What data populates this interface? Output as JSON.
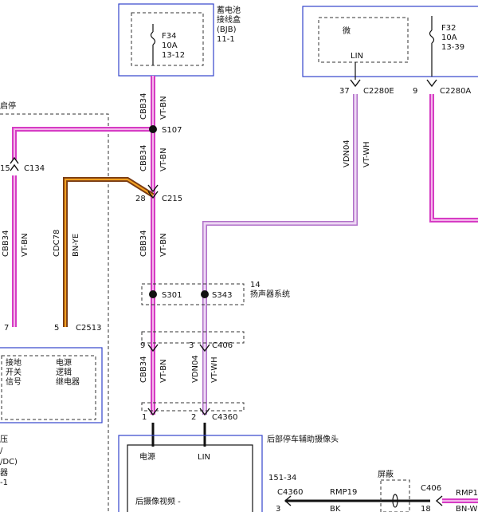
{
  "bjb": {
    "title_line1": "蓄电池",
    "title_line2": "接线盒",
    "title_line3": "(BJB)",
    "title_line4": "11-1",
    "fuse_id": "F34",
    "fuse_rating": "10A",
    "fuse_ref": "13-12"
  },
  "module_top_right": {
    "inner_label": "微",
    "lin_label": "LIN",
    "fuse_id": "F32",
    "fuse_rating": "10A",
    "fuse_ref": "13-39",
    "pin_lin": "37",
    "conn_lin": "C2280E",
    "pin_fuse": "9",
    "conn_fuse": "C2280A"
  },
  "left_module": {
    "title_fragment": "启停",
    "pin_top": "15",
    "conn_top": "C134",
    "pin_a": "7",
    "pin_b": "5",
    "conn_bottom": "C2513",
    "label_ground_1": "接地",
    "label_ground_2": "开关",
    "label_ground_3": "信号",
    "label_relay_1": "电源",
    "label_relay_2": "逻辑",
    "label_relay_3": "继电器",
    "frag_1": "压",
    "frag_2": "/",
    "frag_3": "/DC)",
    "frag_4": "器",
    "frag_5": "-1"
  },
  "wires": {
    "w_cbb34": "CBB34",
    "w_vtbn": "VT-BN",
    "w_cdc78": "CDC78",
    "w_bnye": "BN-YE",
    "w_vdn04": "VDN04",
    "w_vtwh": "VT-WH",
    "w_rmp19": "RMP19",
    "w_bk": "BK",
    "w_rmp1_fragment": "RMP1",
    "w_bnwh": "BN-WH"
  },
  "splices": {
    "s107": "S107",
    "s301": "S301",
    "s343": "S343"
  },
  "connectors": {
    "c215": "C215",
    "pin_c215": "28",
    "c406": "C406",
    "pin_c406_a": "9",
    "pin_c406_b": "3",
    "c4360": "C4360",
    "pin_c4360_a": "1",
    "pin_c4360_b": "2"
  },
  "speaker": {
    "ref": "14",
    "label": "扬声器系统"
  },
  "camera": {
    "title": "后部停车辅助摄像头",
    "power_label": "电源",
    "lin_label": "LIN",
    "video_label": "后摄像视频 -",
    "ref": "151-34",
    "conn": "C4360",
    "pin": "3",
    "shield_label": "屏蔽",
    "conn_right": "C406",
    "pin_right": "18"
  }
}
